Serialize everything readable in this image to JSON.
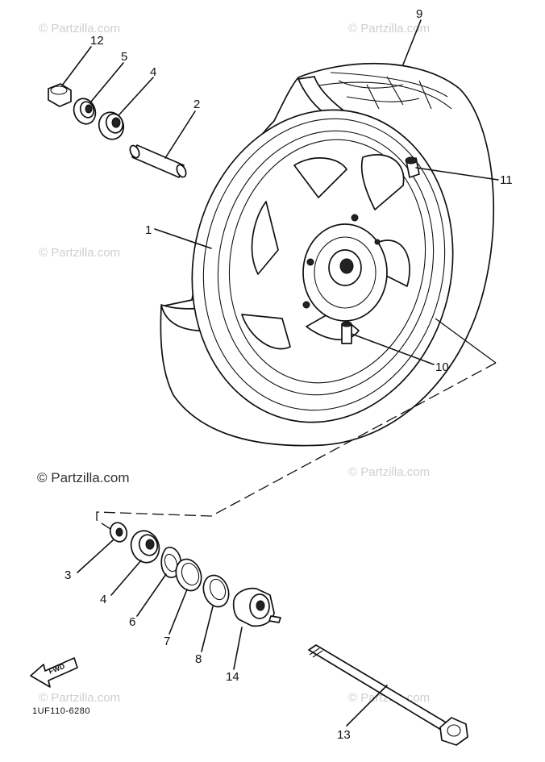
{
  "watermarks": {
    "main": "© Partzilla.com",
    "faded": "© Partzilla.com"
  },
  "callouts": {
    "c12": "12",
    "c5": "5",
    "c4a": "4",
    "c2": "2",
    "c9": "9",
    "c11": "11",
    "c1": "1",
    "c10": "10",
    "c3": "3",
    "c4b": "4",
    "c6": "6",
    "c7": "7",
    "c8": "8",
    "c14": "14",
    "c13": "13"
  },
  "fwd_label": "FWD",
  "diagram_code": "1UF110-6280"
}
